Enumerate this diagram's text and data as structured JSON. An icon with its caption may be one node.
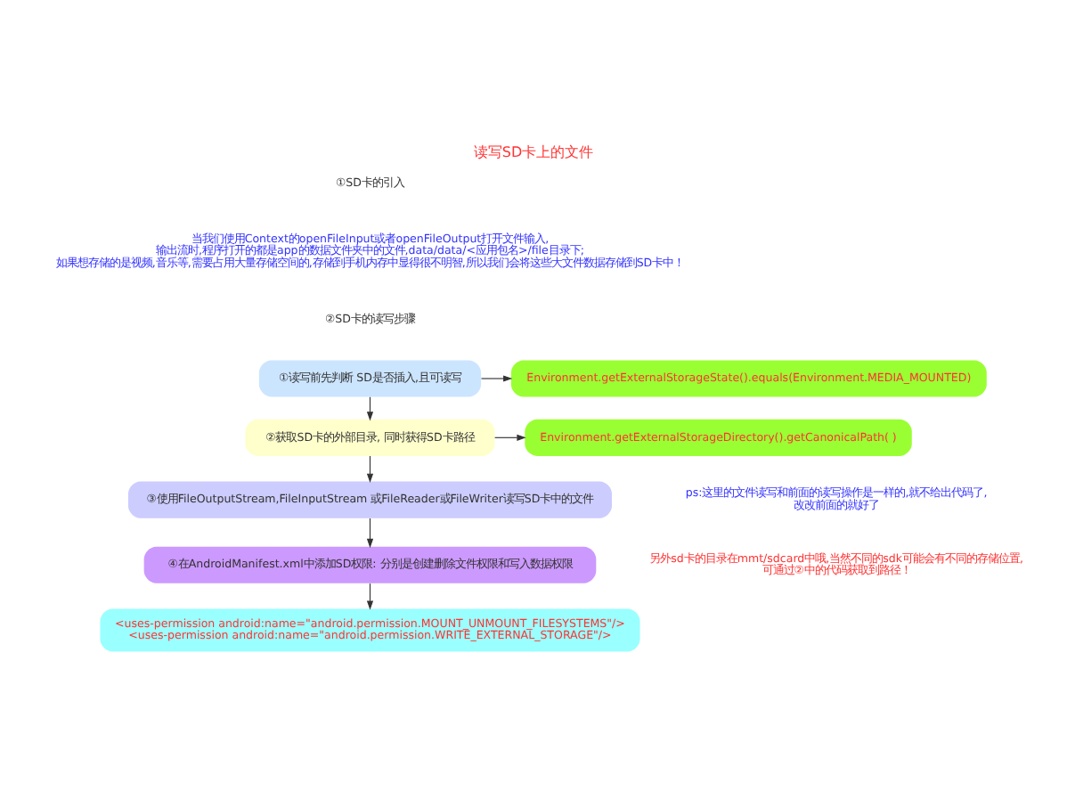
{
  "diagram": {
    "title": "读写SD卡上的文件",
    "nodes": [
      {
        "text": [
          "①读写前先判断 SD是否插入,且可读写"
        ]
      },
      {
        "text": [
          "Environment.getExternalStorageState().equals(Environment.MEDIA_MOUNTED)"
        ]
      },
      {
        "text": [
          "②获取SD卡的外部目录, 同时获得SD卡路径"
        ]
      },
      {
        "text": [
          "Environment.getExternalStorageDirectory().getCanonicalPath( )"
        ]
      },
      {
        "text": [
          "③使用FileOutputStream,FileInputStream 或FileReader或FileWriter读写SD卡中的文件"
        ]
      },
      {
        "text": [
          "④在AndroidManifest.xml中添加SD权限: 分别是创建删除文件权限和写入数据权限"
        ]
      },
      {
        "text": [
          "<uses-permission android:name=\"android.permission.MOUNT_UNMOUNT_FILESYSTEMS\"/>",
          "<uses-permission android:name=\"android.permission.WRITE_EXTERNAL_STORAGE\"/>"
        ]
      }
    ],
    "edges": [
      {
        "from": 0,
        "to": 1,
        "arrow": "to"
      },
      {
        "from": 0,
        "to": 2,
        "arrow": "to"
      },
      {
        "from": 2,
        "to": 3,
        "arrow": "to"
      },
      {
        "from": 2,
        "to": 4,
        "arrow": "to"
      },
      {
        "from": 4,
        "to": 5,
        "arrow": "to"
      },
      {
        "from": 5,
        "to": 6,
        "arrow": "to"
      }
    ],
    "labels": [
      "①SD卡的引入",
      "当我们使用Context的openFileInput或者openFileOutput打开文件输入,输出流时,程序打开的都是app的数据文件夹中的文件,data/data/<应用包名>/file目录下;如果想存储的是视频,音乐等,需要占用大量存储空间的,存储到手机内存中显得很不明智,所以我们会将这些大文件数据存储到SD卡中！",
      "②SD卡的读写步骤",
      "ps:这里的文件读写和前面的读写操作是一样的,就不给出代码了,改改前面的就好了",
      "另外sd卡的目录在mmt/sdcard中哦,当然不同的sdk可能会有不同的存储位置,可通过②中的代码获取到路径！"
    ]
  }
}
